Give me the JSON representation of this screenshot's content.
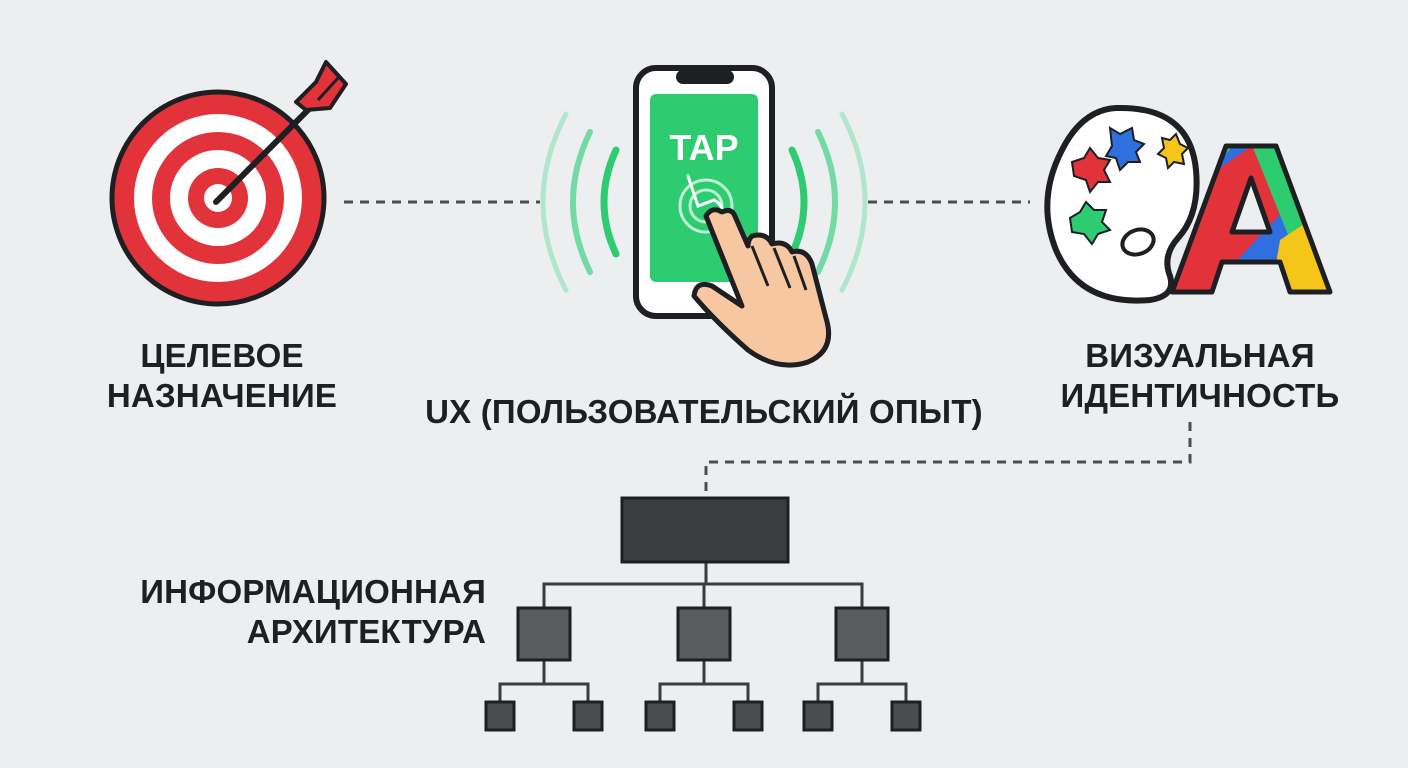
{
  "labels": {
    "purpose": [
      "ЦЕЛЕВОЕ",
      "НАЗНАЧЕНИЕ"
    ],
    "ux": "UX (ПОЛЬЗОВАТЕЛЬСКИЙ ОПЫТ)",
    "visual": [
      "ВИЗУАЛЬНАЯ",
      "ИДЕНТИЧНОСТЬ"
    ],
    "ia": [
      "ИНФОРМАЦИОННАЯ",
      "АРХИТЕКТУРА"
    ]
  },
  "phone": {
    "screen_text": "TAP"
  },
  "logo": {
    "letter": "A"
  },
  "colors": {
    "background": "#eceeef",
    "target_red": "#e2333b",
    "phone_green": "#2ecc71",
    "text_dark": "#1d1f22",
    "tree_box": "#3a3c40",
    "connector": "#4a4c50"
  }
}
